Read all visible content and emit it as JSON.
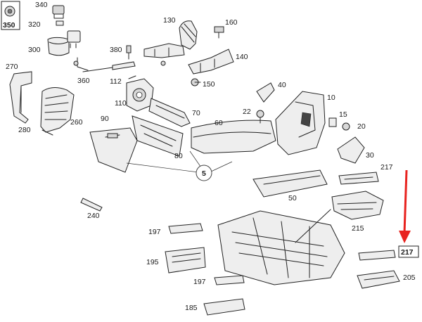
{
  "parts": [
    {
      "key": "p350",
      "text": "350"
    },
    {
      "key": "p340",
      "text": "340"
    },
    {
      "key": "p320",
      "text": "320"
    },
    {
      "key": "p300",
      "text": "300"
    },
    {
      "key": "p270",
      "text": "270"
    },
    {
      "key": "p280",
      "text": "280"
    },
    {
      "key": "p260",
      "text": "260"
    },
    {
      "key": "p360",
      "text": "360"
    },
    {
      "key": "p380",
      "text": "380"
    },
    {
      "key": "p112",
      "text": "112"
    },
    {
      "key": "p110",
      "text": "110"
    },
    {
      "key": "p130",
      "text": "130"
    },
    {
      "key": "p160",
      "text": "160"
    },
    {
      "key": "p140",
      "text": "140"
    },
    {
      "key": "p150",
      "text": "150"
    },
    {
      "key": "p40",
      "text": "40"
    },
    {
      "key": "p10",
      "text": "10"
    },
    {
      "key": "p22",
      "text": "22"
    },
    {
      "key": "p15",
      "text": "15"
    },
    {
      "key": "p20",
      "text": "20"
    },
    {
      "key": "p70",
      "text": "70"
    },
    {
      "key": "p60",
      "text": "60"
    },
    {
      "key": "p90",
      "text": "90"
    },
    {
      "key": "p80",
      "text": "80"
    },
    {
      "key": "p5",
      "text": "5"
    },
    {
      "key": "p30",
      "text": "30"
    },
    {
      "key": "p217a",
      "text": "217"
    },
    {
      "key": "p50",
      "text": "50"
    },
    {
      "key": "p240",
      "text": "240"
    },
    {
      "key": "p215",
      "text": "215"
    },
    {
      "key": "p197a",
      "text": "197"
    },
    {
      "key": "p195",
      "text": "195"
    },
    {
      "key": "p197b",
      "text": "197"
    },
    {
      "key": "p185",
      "text": "185"
    },
    {
      "key": "p217b",
      "text": "217"
    },
    {
      "key": "p205",
      "text": "205"
    }
  ],
  "highlight": {
    "part": "217",
    "color": "#e8231f"
  }
}
